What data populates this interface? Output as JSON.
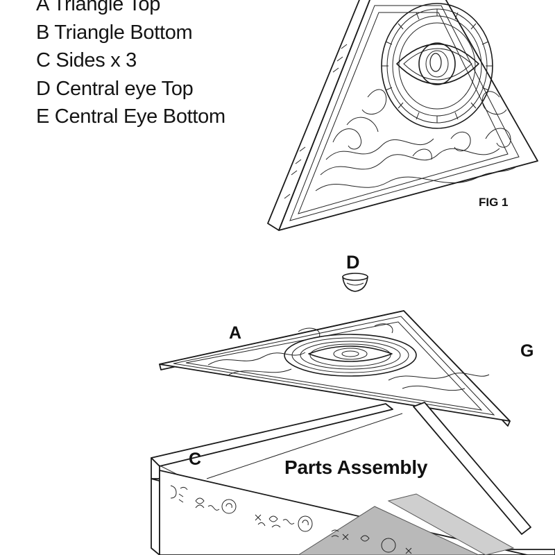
{
  "parts_list": [
    "A Triangle Top",
    "B Triangle Bottom",
    "C Sides x 3",
    "D Central eye Top",
    "E Central Eye Bottom"
  ],
  "labels": {
    "fig": "FIG 1",
    "d": "D",
    "a": "A",
    "g": "G",
    "c": "C",
    "assembly_title": "Parts Assembly"
  },
  "colors": {
    "line": "#1a1a1a",
    "background": "#ffffff",
    "shading": "#b9b9b9"
  }
}
